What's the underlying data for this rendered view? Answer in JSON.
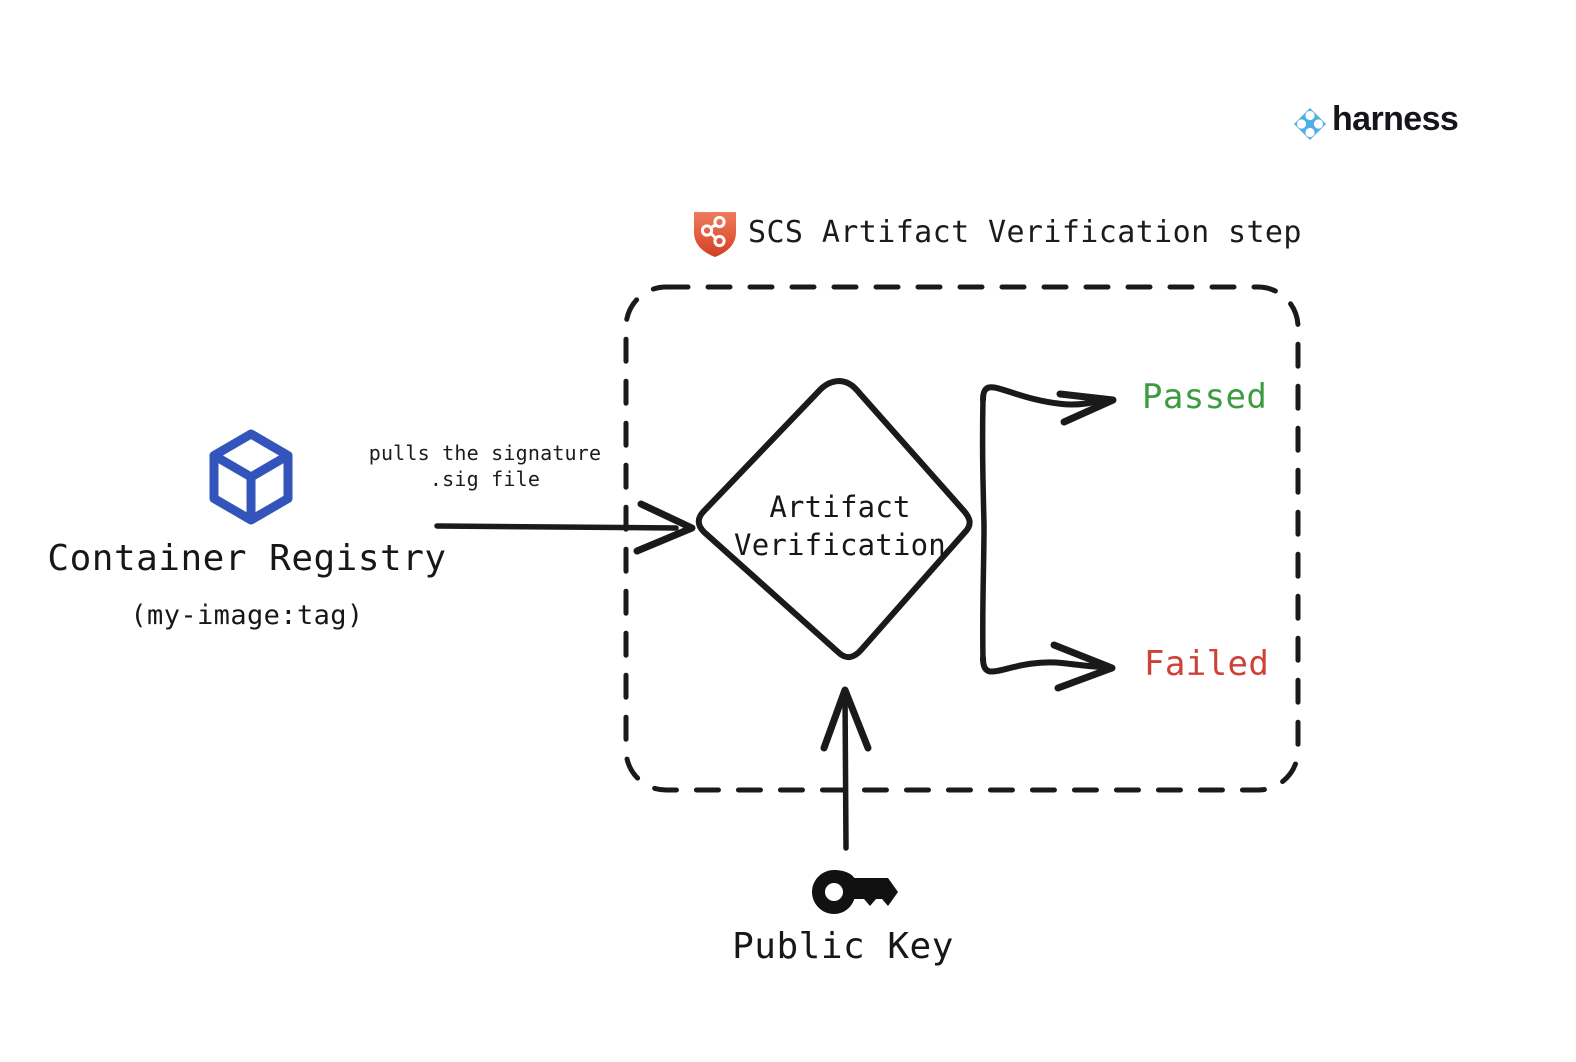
{
  "brand": {
    "name": "harness",
    "logo_icon": "harness-diamond-logo",
    "accent": "#4EAFE8"
  },
  "diagram": {
    "title": "SCS Artifact Verification step",
    "title_icon": "scs-shield-icon",
    "title_icon_color": "#E0533A",
    "container": {
      "style": "dashed-rounded-rect",
      "stroke": "#1a1a1a"
    },
    "nodes": [
      {
        "id": "container-registry",
        "icon": "container-cube-icon",
        "icon_color": "#3355BB",
        "label": "Container Registry",
        "sublabel": "(my-image:tag)"
      },
      {
        "id": "artifact-verification",
        "shape": "diamond",
        "label_line1": "Artifact",
        "label_line2": "Verification"
      },
      {
        "id": "public-key",
        "icon": "key-icon",
        "icon_color": "#111111",
        "label": "Public Key"
      }
    ],
    "edges": [
      {
        "id": "registry-to-verification",
        "from": "container-registry",
        "to": "artifact-verification",
        "note_line1": "pulls the signature",
        "note_line2": ".sig file"
      },
      {
        "id": "verification-to-passed",
        "from": "artifact-verification",
        "to": "passed"
      },
      {
        "id": "verification-to-failed",
        "from": "artifact-verification",
        "to": "failed"
      },
      {
        "id": "publickey-to-verification",
        "from": "public-key",
        "to": "artifact-verification"
      }
    ],
    "outcomes": [
      {
        "id": "passed",
        "label": "Passed",
        "color": "#3D9B41"
      },
      {
        "id": "failed",
        "label": "Failed",
        "color": "#CE4038"
      }
    ]
  }
}
